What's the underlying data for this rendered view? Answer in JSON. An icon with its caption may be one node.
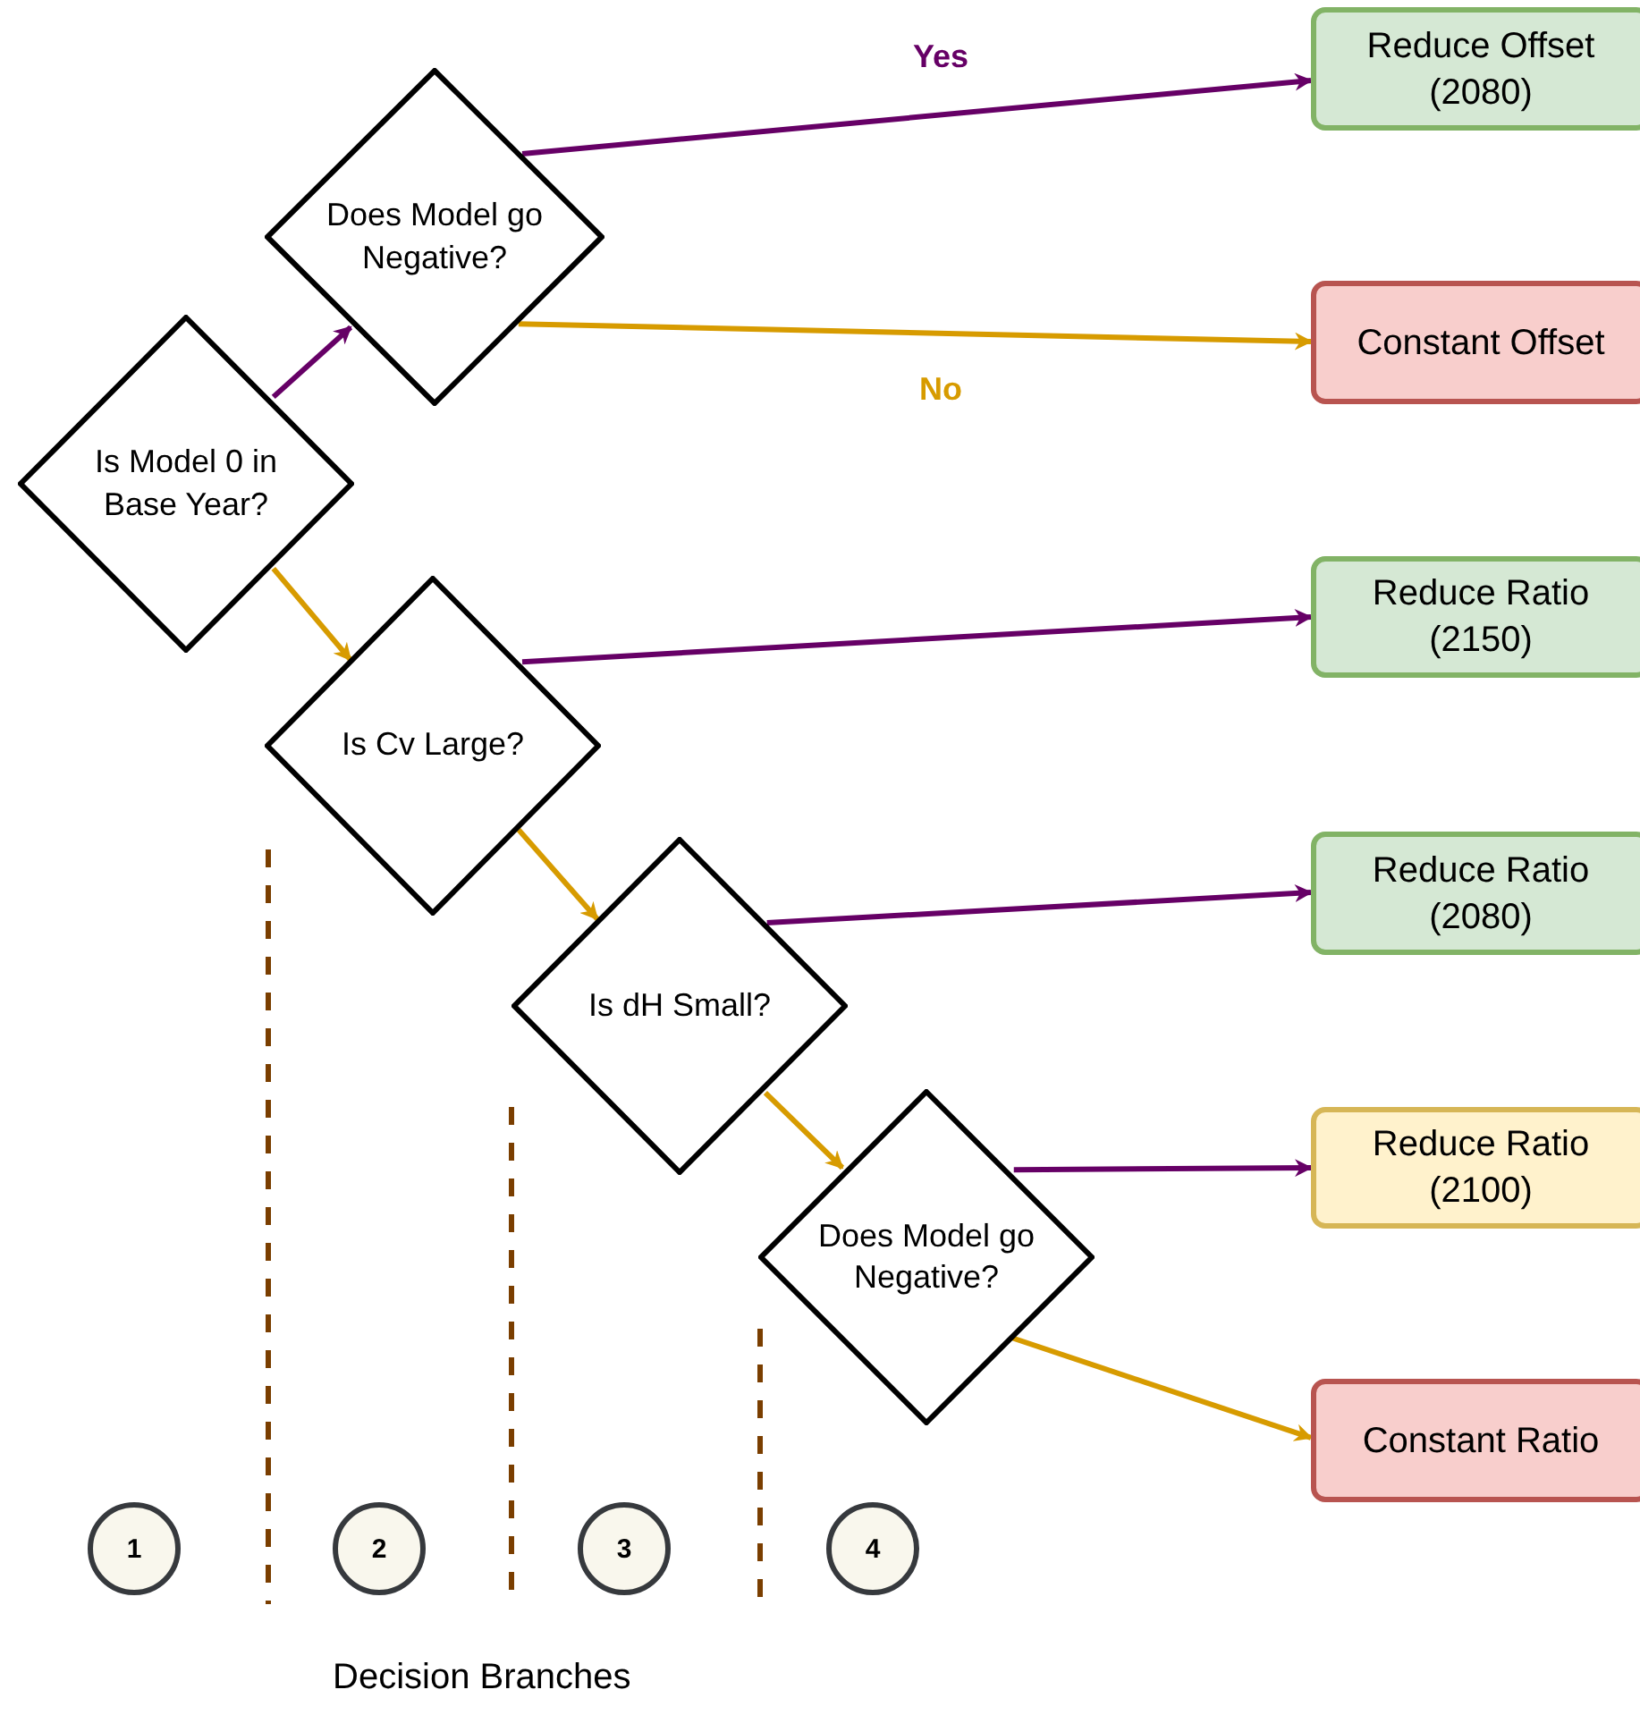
{
  "diagram": {
    "nodes": [
      {
        "text": [
          "Is Model 0 in Base Year?"
        ]
      },
      {
        "text": [
          "Does Model go Negative?"
        ]
      },
      {
        "text": [
          "Is Cv Large?"
        ]
      },
      {
        "text": [
          "Is dH Small?"
        ]
      },
      {
        "text": [
          "Does Model go Negative?"
        ]
      },
      {
        "text": [
          "Reduce Offset (2080)"
        ]
      },
      {
        "text": [
          "Constant Offset"
        ]
      },
      {
        "text": [
          "Reduce Ratio (2150)"
        ]
      },
      {
        "text": [
          "Reduce Ratio (2080)"
        ]
      },
      {
        "text": [
          "Reduce Ratio (2100)"
        ]
      },
      {
        "text": [
          "Constant Ratio"
        ]
      },
      {
        "text": [
          "1"
        ]
      },
      {
        "text": [
          "2"
        ]
      },
      {
        "text": [
          "3"
        ]
      },
      {
        "text": [
          "4"
        ]
      }
    ],
    "edges": [
      {
        "from": 0,
        "to": 1,
        "arrow": "to",
        "color": "#660066"
      },
      {
        "from": 0,
        "to": 2,
        "arrow": "to",
        "color": "#d79b00"
      },
      {
        "from": 1,
        "to": 5,
        "arrow": "to",
        "color": "#660066",
        "label": "Yes"
      },
      {
        "from": 1,
        "to": 6,
        "arrow": "to",
        "color": "#d79b00",
        "label": "No"
      },
      {
        "from": 2,
        "to": 7,
        "arrow": "to",
        "color": "#660066"
      },
      {
        "from": 2,
        "to": 3,
        "arrow": "to",
        "color": "#d79b00"
      },
      {
        "from": 3,
        "to": 8,
        "arrow": "to",
        "color": "#660066"
      },
      {
        "from": 3,
        "to": 4,
        "arrow": "to",
        "color": "#d79b00"
      },
      {
        "from": 4,
        "to": 9,
        "arrow": "to",
        "color": "#660066"
      },
      {
        "from": 4,
        "to": 10,
        "arrow": "to",
        "color": "#d79b00"
      }
    ],
    "labels": [
      "Decision Branches"
    ]
  }
}
